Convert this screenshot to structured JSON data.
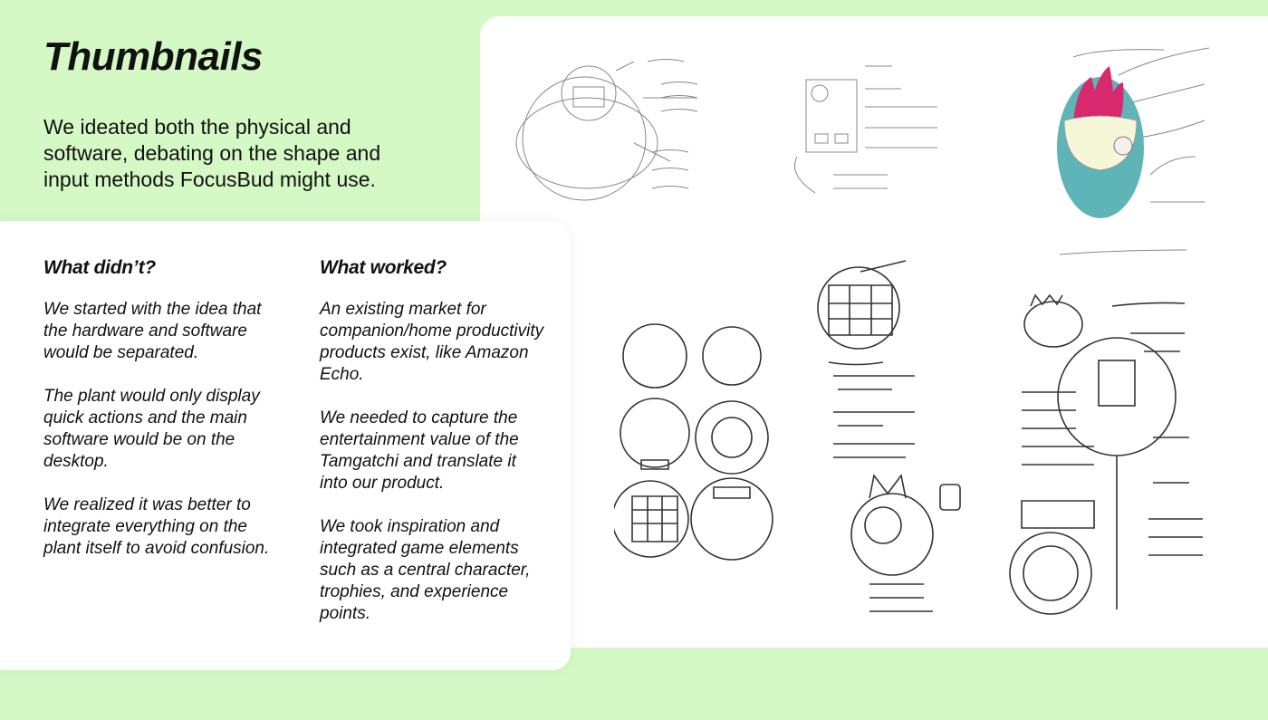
{
  "header": {
    "title": "Thumbnails",
    "intro": "We ideated both the physical and software, debating on the shape and input methods FocusBud might use."
  },
  "didnt": {
    "heading": "What didn’t?",
    "paragraphs": [
      "We started with the idea that the hardware and software would be separated.",
      "The plant would only display quick actions and the main software would be on the desktop.",
      "We realized it was better to integrate everything on the plant itself to avoid confusion."
    ]
  },
  "worked": {
    "heading": "What worked?",
    "paragraphs": [
      "An existing market for companion/home productivity products exist, like Amazon Echo.",
      "We needed to capture the entertainment value of the Tamgatchi and translate it into our product.",
      "We took inspiration and integrated game elements such as a central character, trophies, and experience points."
    ]
  },
  "colors": {
    "background": "#d5f9c4",
    "card": "#ffffff",
    "plant_teal": "#5fb4b8",
    "plant_leaf": "#d8286e",
    "plant_pot": "#f6f6d8"
  },
  "sketches": [
    "sphere-device-sketch",
    "desktop-app-sketch",
    "pomodoro-plant-illustration",
    "standby-screens-sketch",
    "trophies-points-sketch",
    "device-ui-sketch"
  ]
}
